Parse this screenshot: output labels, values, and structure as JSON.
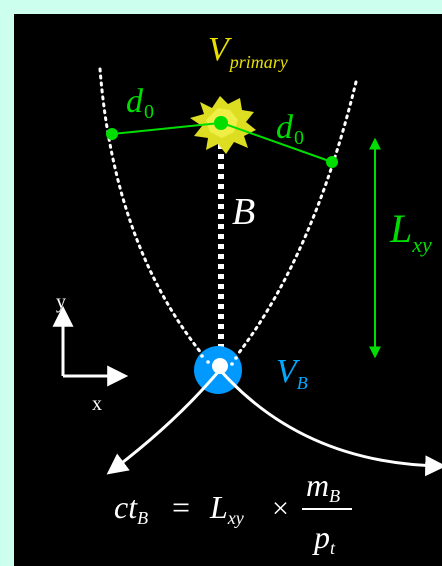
{
  "colors": {
    "frame": "#ccffee",
    "background": "#000000",
    "primary_label": "#e8e000",
    "green": "#00dd00",
    "cyan": "#00aaff",
    "white": "#ffffff"
  },
  "labels": {
    "v_primary": {
      "main": "V",
      "sub": "primary"
    },
    "d0_left": {
      "main": "d",
      "sub": "0"
    },
    "d0_right": {
      "main": "d",
      "sub": "0"
    },
    "b_meson": "B",
    "lxy": {
      "main": "L",
      "sub": "xy"
    },
    "vb": {
      "main": "V",
      "sub": "B"
    },
    "axis_y": "y",
    "axis_x": "x"
  },
  "formula": {
    "lhs_main": "ct",
    "lhs_sub": "B",
    "equals": "=",
    "l_main": "L",
    "l_sub": "xy",
    "times": "×",
    "num_main": "m",
    "num_sub": "B",
    "den_main": "p",
    "den_sub": "t"
  },
  "icons": {
    "primary_vertex": "blob-icon",
    "secondary_vertex": "circle-icon",
    "axes": "axes-arrows-icon",
    "lxy_arrow": "double-arrow-icon"
  }
}
